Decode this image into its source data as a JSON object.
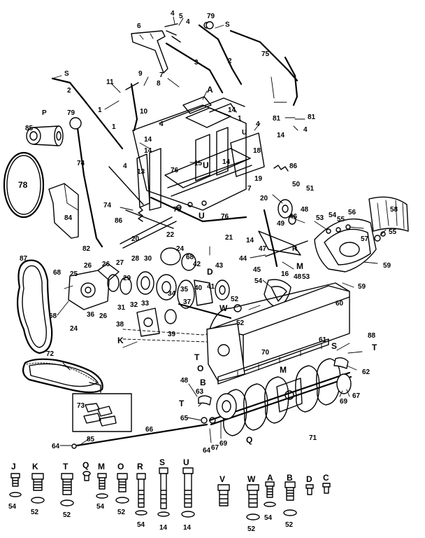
{
  "diagram": {
    "callouts": [
      {
        "id": "c6",
        "text": "6"
      },
      {
        "id": "c4a",
        "text": "4"
      },
      {
        "id": "c5a",
        "text": "5"
      },
      {
        "id": "c4b",
        "text": "4"
      },
      {
        "id": "c79a",
        "text": "79"
      },
      {
        "id": "cS1",
        "text": "S"
      },
      {
        "id": "c3",
        "text": "3"
      },
      {
        "id": "c2a",
        "text": "2"
      },
      {
        "id": "c75",
        "text": "75"
      },
      {
        "id": "cS2",
        "text": "S"
      },
      {
        "id": "c2b",
        "text": "2"
      },
      {
        "id": "c9",
        "text": "9"
      },
      {
        "id": "c11",
        "text": "11"
      },
      {
        "id": "c7",
        "text": "7"
      },
      {
        "id": "c8",
        "text": "8"
      },
      {
        "id": "cA",
        "text": "A"
      },
      {
        "id": "c1a",
        "text": "1"
      },
      {
        "id": "cP",
        "text": "P"
      },
      {
        "id": "c79b",
        "text": "79"
      },
      {
        "id": "c10",
        "text": "10"
      },
      {
        "id": "c4c",
        "text": "4"
      },
      {
        "id": "c14a",
        "text": "14"
      },
      {
        "id": "c1b",
        "text": "1"
      },
      {
        "id": "cU1",
        "text": "U"
      },
      {
        "id": "c81a",
        "text": "81"
      },
      {
        "id": "c81b",
        "text": "81"
      },
      {
        "id": "c4d",
        "text": "4"
      },
      {
        "id": "c85",
        "text": "85"
      },
      {
        "id": "c1c",
        "text": "1"
      },
      {
        "id": "c14b",
        "text": "14"
      },
      {
        "id": "c4e",
        "text": "4"
      },
      {
        "id": "c14c",
        "text": "14"
      },
      {
        "id": "c18",
        "text": "18"
      },
      {
        "id": "c15",
        "text": "15"
      },
      {
        "id": "c14d",
        "text": "14"
      },
      {
        "id": "c74",
        "text": "74"
      },
      {
        "id": "c13",
        "text": "13"
      },
      {
        "id": "c76a",
        "text": "76"
      },
      {
        "id": "cU2",
        "text": "U"
      },
      {
        "id": "c14e",
        "text": "14"
      },
      {
        "id": "c86a",
        "text": "86"
      },
      {
        "id": "c78",
        "text": "78"
      },
      {
        "id": "c4f",
        "text": "4"
      },
      {
        "id": "c19",
        "text": "19"
      },
      {
        "id": "c74b",
        "text": "74"
      },
      {
        "id": "c7b",
        "text": "7"
      },
      {
        "id": "c20a",
        "text": "20"
      },
      {
        "id": "c50",
        "text": "50"
      },
      {
        "id": "c51",
        "text": "51"
      },
      {
        "id": "c76b",
        "text": "76"
      },
      {
        "id": "cU3",
        "text": "U"
      },
      {
        "id": "c76c",
        "text": "76"
      },
      {
        "id": "c86b",
        "text": "86"
      },
      {
        "id": "c48a",
        "text": "48"
      },
      {
        "id": "c46",
        "text": "46"
      },
      {
        "id": "c53",
        "text": "53"
      },
      {
        "id": "c54a",
        "text": "54"
      },
      {
        "id": "c56",
        "text": "56"
      },
      {
        "id": "c55a",
        "text": "55"
      },
      {
        "id": "c58",
        "text": "58"
      },
      {
        "id": "c55b",
        "text": "55"
      },
      {
        "id": "c84",
        "text": "84"
      },
      {
        "id": "c49",
        "text": "49"
      },
      {
        "id": "c57",
        "text": "57"
      },
      {
        "id": "c21",
        "text": "21"
      },
      {
        "id": "c22",
        "text": "22"
      },
      {
        "id": "c14f",
        "text": "14"
      },
      {
        "id": "c47",
        "text": "47"
      },
      {
        "id": "cR1",
        "text": "R"
      },
      {
        "id": "c20b",
        "text": "20"
      },
      {
        "id": "c82",
        "text": "82"
      },
      {
        "id": "c44",
        "text": "44"
      },
      {
        "id": "c87",
        "text": "87"
      },
      {
        "id": "c24a",
        "text": "24"
      },
      {
        "id": "c30",
        "text": "30"
      },
      {
        "id": "c68a",
        "text": "68"
      },
      {
        "id": "c45",
        "text": "45"
      },
      {
        "id": "c59a",
        "text": "59"
      },
      {
        "id": "c28",
        "text": "28"
      },
      {
        "id": "c27",
        "text": "27"
      },
      {
        "id": "c42",
        "text": "42"
      },
      {
        "id": "c43",
        "text": "43"
      },
      {
        "id": "c26a",
        "text": "26"
      },
      {
        "id": "c26b",
        "text": "26"
      },
      {
        "id": "c68b",
        "text": "68"
      },
      {
        "id": "c25",
        "text": "25"
      },
      {
        "id": "cD1",
        "text": "D"
      },
      {
        "id": "c16",
        "text": "16"
      },
      {
        "id": "c48b",
        "text": "48"
      },
      {
        "id": "c29",
        "text": "29"
      },
      {
        "id": "c59b",
        "text": "59"
      },
      {
        "id": "c54b",
        "text": "54"
      },
      {
        "id": "c60",
        "text": "60"
      },
      {
        "id": "c34",
        "text": "34"
      },
      {
        "id": "c35",
        "text": "35"
      },
      {
        "id": "c40",
        "text": "40"
      },
      {
        "id": "c41",
        "text": "41"
      },
      {
        "id": "c52a",
        "text": "52"
      },
      {
        "id": "c68c",
        "text": "68"
      },
      {
        "id": "c31",
        "text": "31"
      },
      {
        "id": "c32",
        "text": "32"
      },
      {
        "id": "c33",
        "text": "33"
      },
      {
        "id": "c36",
        "text": "36"
      },
      {
        "id": "c26c",
        "text": "26"
      },
      {
        "id": "c37",
        "text": "37"
      },
      {
        "id": "cW1",
        "text": "W"
      },
      {
        "id": "c24b",
        "text": "24"
      },
      {
        "id": "c38",
        "text": "38"
      },
      {
        "id": "c39",
        "text": "39"
      },
      {
        "id": "c52b",
        "text": "52"
      },
      {
        "id": "cK1",
        "text": "K"
      },
      {
        "id": "c88",
        "text": "88"
      },
      {
        "id": "c61",
        "text": "61"
      },
      {
        "id": "cS3",
        "text": "S"
      },
      {
        "id": "cT1",
        "text": "T"
      },
      {
        "id": "c70",
        "text": "70"
      },
      {
        "id": "cT2",
        "text": "T"
      },
      {
        "id": "c72",
        "text": "72"
      },
      {
        "id": "cO1",
        "text": "O"
      },
      {
        "id": "c62",
        "text": "62"
      },
      {
        "id": "cM1",
        "text": "M"
      },
      {
        "id": "cB1",
        "text": "B"
      },
      {
        "id": "c48c",
        "text": "48"
      },
      {
        "id": "c63",
        "text": "63"
      },
      {
        "id": "c69a",
        "text": "69"
      },
      {
        "id": "c67a",
        "text": "67"
      },
      {
        "id": "cT3",
        "text": "T"
      },
      {
        "id": "c73",
        "text": "73"
      },
      {
        "id": "c65",
        "text": "65"
      },
      {
        "id": "c71",
        "text": "71"
      },
      {
        "id": "cQ1",
        "text": "Q"
      },
      {
        "id": "c66",
        "text": "66"
      },
      {
        "id": "c64a",
        "text": "64"
      },
      {
        "id": "c85b",
        "text": "85"
      },
      {
        "id": "c64b",
        "text": "64"
      },
      {
        "id": "c67b",
        "text": "67"
      },
      {
        "id": "c69b",
        "text": "69"
      },
      {
        "id": "cM2",
        "text": "M"
      },
      {
        "id": "c53b",
        "text": "53"
      }
    ],
    "hardware": [
      {
        "letter": "J",
        "qty": "54"
      },
      {
        "letter": "K",
        "qty": "52"
      },
      {
        "letter": "T",
        "qty": "52"
      },
      {
        "letter": "Q",
        "qty": ""
      },
      {
        "letter": "M",
        "qty": "54"
      },
      {
        "letter": "O",
        "qty": "52"
      },
      {
        "letter": "R",
        "qty": "54"
      },
      {
        "letter": "S",
        "qty": "14"
      },
      {
        "letter": "U",
        "qty": "14"
      },
      {
        "letter": "V",
        "qty": ""
      },
      {
        "letter": "W",
        "qty": "52"
      },
      {
        "letter": "A",
        "qty": "54"
      },
      {
        "letter": "B",
        "qty": "52"
      },
      {
        "letter": "D",
        "qty": ""
      },
      {
        "letter": "C",
        "qty": ""
      }
    ]
  }
}
